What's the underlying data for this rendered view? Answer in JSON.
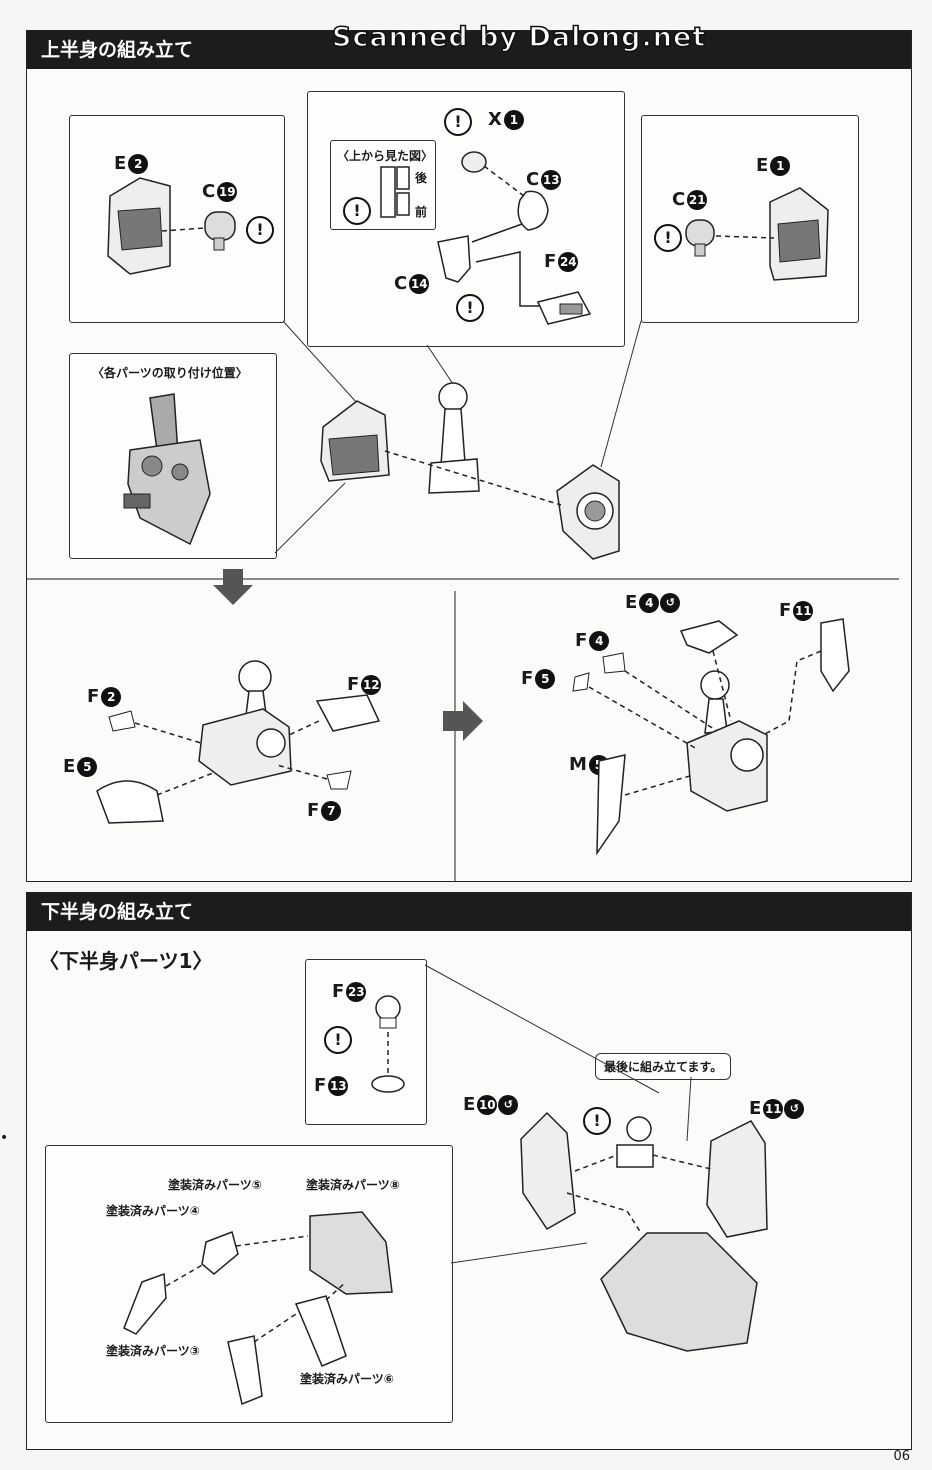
{
  "scan_credit": "Scanned by Dalong.net",
  "sections": {
    "upper": {
      "title": "上半身の組み立て",
      "top_view_label": "〈上から見た図〉",
      "top_view_back": "後",
      "top_view_front": "前",
      "attach_position_label": "〈各パーツの取り付け位置〉",
      "callouts": {
        "e2": {
          "letter": "E",
          "num": "2"
        },
        "c19": {
          "letter": "C",
          "num": "19"
        },
        "x1": {
          "letter": "X",
          "num": "1"
        },
        "c13": {
          "letter": "C",
          "num": "13"
        },
        "c14": {
          "letter": "C",
          "num": "14"
        },
        "f24": {
          "letter": "F",
          "num": "24"
        },
        "e1": {
          "letter": "E",
          "num": "1"
        },
        "c21": {
          "letter": "C",
          "num": "21"
        },
        "f2": {
          "letter": "F",
          "num": "2"
        },
        "f12": {
          "letter": "F",
          "num": "12"
        },
        "e5": {
          "letter": "E",
          "num": "5"
        },
        "f7": {
          "letter": "F",
          "num": "7"
        },
        "e4": {
          "letter": "E",
          "num": "4"
        },
        "f11": {
          "letter": "F",
          "num": "11"
        },
        "f4": {
          "letter": "F",
          "num": "4"
        },
        "f5": {
          "letter": "F",
          "num": "5"
        },
        "m5": {
          "letter": "M",
          "num": "5"
        }
      }
    },
    "lower": {
      "title": "下半身の組み立て",
      "subtitle": "〈下半身パーツ1〉",
      "last_assembly_note": "最後に組み立てます。",
      "painted_parts": {
        "p3": "塗装済みパーツ③",
        "p4": "塗装済みパーツ④",
        "p5": "塗装済みパーツ⑤",
        "p6": "塗装済みパーツ⑥",
        "p8": "塗装済みパーツ⑧"
      },
      "callouts": {
        "f23": {
          "letter": "F",
          "num": "23"
        },
        "f13": {
          "letter": "F",
          "num": "13"
        },
        "e10": {
          "letter": "E",
          "num": "10"
        },
        "e11": {
          "letter": "E",
          "num": "11"
        }
      }
    }
  },
  "icons": {
    "warning": "!",
    "direction_badge": "↺"
  },
  "page_number": "06",
  "edge_mark": "•"
}
